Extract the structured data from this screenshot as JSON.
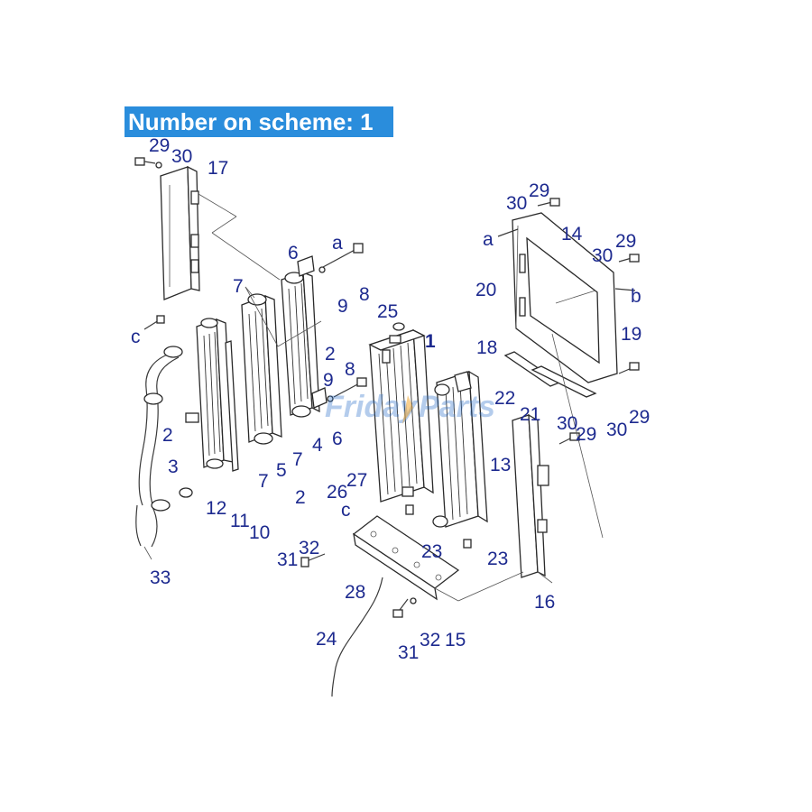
{
  "banner": {
    "text": "Number on scheme: 1"
  },
  "watermark": {
    "text": "FridayParts",
    "primary_color": "#2a6fc9",
    "accent_color": "#f0a020"
  },
  "colors": {
    "banner_bg": "#2a8ddc",
    "callout": "#1d2a8f",
    "line": "#3a3a3a"
  },
  "callouts": [
    "29",
    "30",
    "17",
    "6",
    "a",
    "8",
    "9",
    "7",
    "c",
    "25",
    "1",
    "2",
    "18",
    "9",
    "8",
    "2",
    "4",
    "6",
    "3",
    "7",
    "5",
    "7",
    "2",
    "12",
    "11",
    "10",
    "27",
    "26",
    "c",
    "32",
    "31",
    "23",
    "28",
    "24",
    "31",
    "32",
    "15",
    "33",
    "30",
    "29",
    "14",
    "a",
    "30",
    "29",
    "20",
    "b",
    "19",
    "22",
    "13",
    "21",
    "30",
    "29",
    "30",
    "29",
    "23",
    "16"
  ]
}
